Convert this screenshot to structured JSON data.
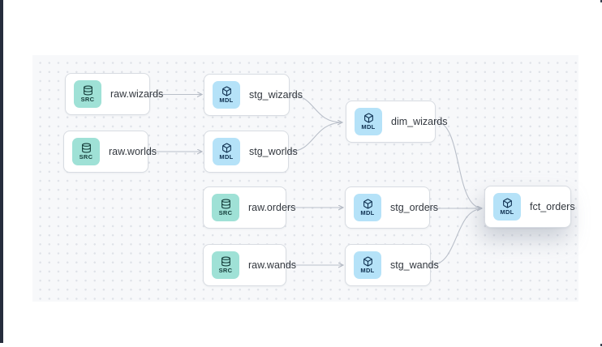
{
  "app": {
    "view": "data-lineage-dag"
  },
  "badge_types": {
    "source": "SRC",
    "model": "MDL"
  },
  "nodes": [
    {
      "label": "raw.wizards",
      "badge": "SRC",
      "kind": "source"
    },
    {
      "label": "raw.worlds",
      "badge": "SRC",
      "kind": "source"
    },
    {
      "label": "raw.orders",
      "badge": "SRC",
      "kind": "source"
    },
    {
      "label": "raw.wands",
      "badge": "SRC",
      "kind": "source"
    },
    {
      "label": "stg_wizards",
      "badge": "MDL",
      "kind": "model"
    },
    {
      "label": "stg_worlds",
      "badge": "MDL",
      "kind": "model"
    },
    {
      "label": "stg_orders",
      "badge": "MDL",
      "kind": "model"
    },
    {
      "label": "stg_wands",
      "badge": "MDL",
      "kind": "model"
    },
    {
      "label": "dim_wizards",
      "badge": "MDL",
      "kind": "model"
    },
    {
      "label": "fct_orders",
      "badge": "MDL",
      "kind": "model"
    }
  ],
  "edges": [
    {
      "from": "raw.wizards",
      "to": "stg_wizards"
    },
    {
      "from": "raw.worlds",
      "to": "stg_worlds"
    },
    {
      "from": "raw.orders",
      "to": "stg_orders"
    },
    {
      "from": "raw.wands",
      "to": "stg_wands"
    },
    {
      "from": "stg_wizards",
      "to": "dim_wizards"
    },
    {
      "from": "stg_worlds",
      "to": "dim_wizards"
    },
    {
      "from": "dim_wizards",
      "to": "fct_orders"
    },
    {
      "from": "stg_orders",
      "to": "fct_orders"
    },
    {
      "from": "stg_wands",
      "to": "fct_orders"
    }
  ],
  "colors": {
    "src_badge_bg": "#9fe1d6",
    "mdl_badge_bg": "#b5e2f8",
    "edge": "#b9bfc9",
    "canvas_bg": "#f7f8fa",
    "node_border": "#d8dce2",
    "window_edge": "#262c3c"
  }
}
